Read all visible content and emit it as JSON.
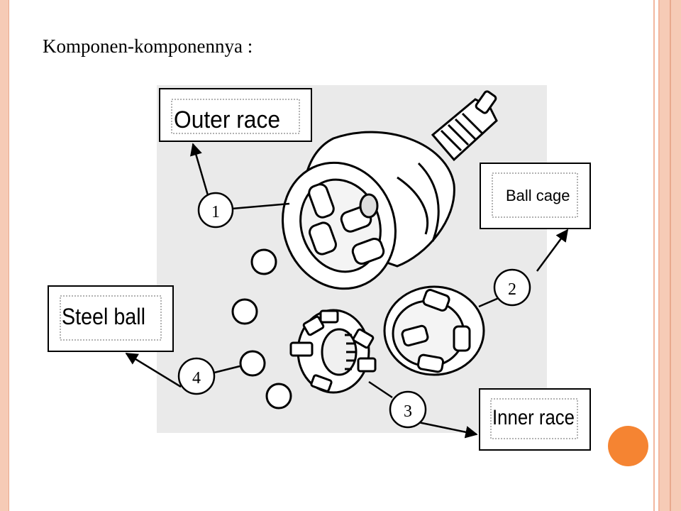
{
  "title": "Komponen-komponennya :",
  "labels": {
    "outer_race": "Outer race",
    "ball_cage": "Ball cage",
    "steel_ball": "Steel ball",
    "inner_race": "Inner race"
  },
  "numbers": {
    "n1": "1",
    "n2": "2",
    "n3": "3",
    "n4": "4"
  },
  "colors": {
    "frame": "#f6cbb6",
    "accent_circle": "#f58432",
    "diagram_bg": "#eaeaea"
  }
}
